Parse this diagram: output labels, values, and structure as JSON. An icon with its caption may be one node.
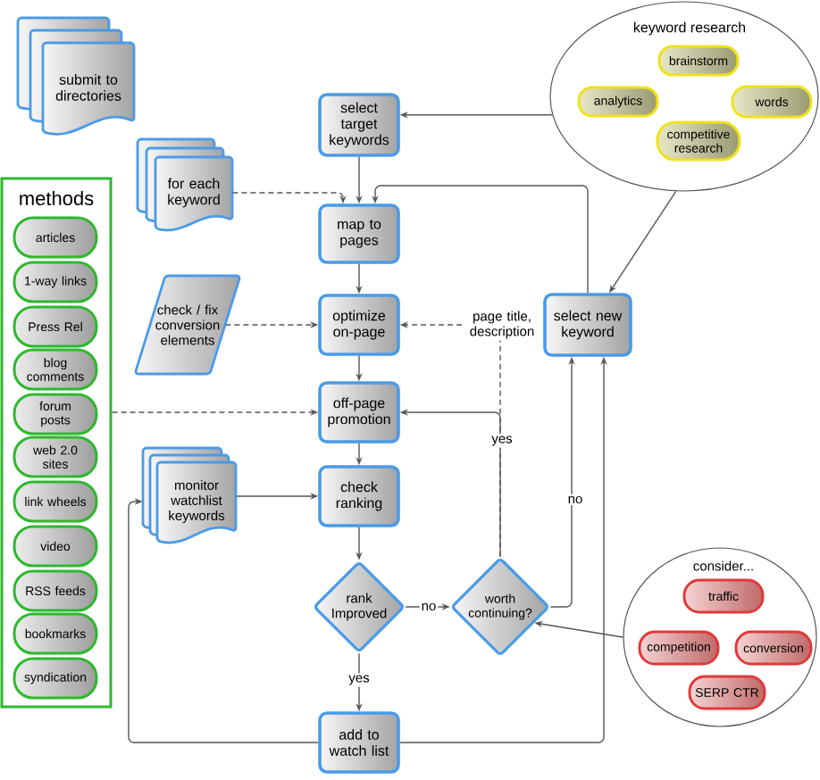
{
  "diagram": {
    "nodes": [
      {
        "text": [
          "submit to directories"
        ]
      },
      {
        "text": [
          "keyword research"
        ]
      },
      {
        "text": [
          "brainstorm"
        ],
        "in": 1
      },
      {
        "text": [
          "analytics"
        ],
        "in": 1
      },
      {
        "text": [
          "words"
        ],
        "in": 1
      },
      {
        "text": [
          "competitive research"
        ],
        "in": 1
      },
      {
        "text": [
          "select target keywords"
        ]
      },
      {
        "text": [
          "for each keyword"
        ]
      },
      {
        "text": [
          "map to pages"
        ]
      },
      {
        "text": [
          "methods"
        ]
      },
      {
        "text": [
          "articles"
        ],
        "in": 9
      },
      {
        "text": [
          "1-way links"
        ],
        "in": 9
      },
      {
        "text": [
          "Press Rel"
        ],
        "in": 9
      },
      {
        "text": [
          "blog comments"
        ],
        "in": 9
      },
      {
        "text": [
          "forum posts"
        ],
        "in": 9
      },
      {
        "text": [
          "web 2.0 sites"
        ],
        "in": 9
      },
      {
        "text": [
          "link wheels"
        ],
        "in": 9
      },
      {
        "text": [
          "video"
        ],
        "in": 9
      },
      {
        "text": [
          "RSS feeds"
        ],
        "in": 9
      },
      {
        "text": [
          "bookmarks"
        ],
        "in": 9
      },
      {
        "text": [
          "syndication"
        ],
        "in": 9
      },
      {
        "text": [
          "check / fix conversion elements"
        ]
      },
      {
        "text": [
          "optimize on-page"
        ]
      },
      {
        "text": [
          "select new keyword"
        ]
      },
      {
        "text": [
          "off-page promotion"
        ]
      },
      {
        "text": [
          "monitor watchlist keywords"
        ]
      },
      {
        "text": [
          "check ranking"
        ]
      },
      {
        "text": [
          "rank Improved"
        ]
      },
      {
        "text": [
          "worth continuing?"
        ]
      },
      {
        "text": [
          "consider..."
        ]
      },
      {
        "text": [
          "traffic"
        ],
        "in": 29
      },
      {
        "text": [
          "competition"
        ],
        "in": 29
      },
      {
        "text": [
          "conversion"
        ],
        "in": 29
      },
      {
        "text": [
          "SERP CTR"
        ],
        "in": 29
      },
      {
        "text": [
          "add to watch list"
        ]
      }
    ],
    "edges": [
      {
        "from": 6,
        "to": 8,
        "arrow": "to"
      },
      {
        "from": 7,
        "to": 8,
        "arrow": "to",
        "style": "dashed"
      },
      {
        "from": 23,
        "to": 8,
        "arrow": "to"
      },
      {
        "from": 1,
        "to": 6,
        "arrow": "to"
      },
      {
        "from": 8,
        "to": 22,
        "arrow": "to"
      },
      {
        "from": 21,
        "to": 22,
        "arrow": "to",
        "style": "dashed"
      },
      {
        "from": 28,
        "to": 22,
        "arrow": "to",
        "style": "dashed",
        "label": "page title, description"
      },
      {
        "from": 22,
        "to": 24,
        "arrow": "to"
      },
      {
        "from": 9,
        "to": 24,
        "arrow": "to",
        "style": "dashed"
      },
      {
        "from": 28,
        "to": 24,
        "arrow": "to",
        "label": "yes"
      },
      {
        "from": 1,
        "to": 23,
        "arrow": "to"
      },
      {
        "from": 24,
        "to": 26,
        "arrow": "to"
      },
      {
        "from": 25,
        "to": 26,
        "arrow": "to"
      },
      {
        "from": 26,
        "to": 27,
        "arrow": "to"
      },
      {
        "from": 27,
        "to": 28,
        "arrow": "to",
        "label": "no"
      },
      {
        "from": 28,
        "to": 23,
        "arrow": "to",
        "label": "no"
      },
      {
        "from": 29,
        "to": 28,
        "arrow": "to"
      },
      {
        "from": 27,
        "to": 34,
        "arrow": "to",
        "label": "yes"
      },
      {
        "from": 34,
        "to": 25,
        "arrow": "to"
      },
      {
        "from": 34,
        "to": 23,
        "arrow": "to"
      }
    ]
  }
}
